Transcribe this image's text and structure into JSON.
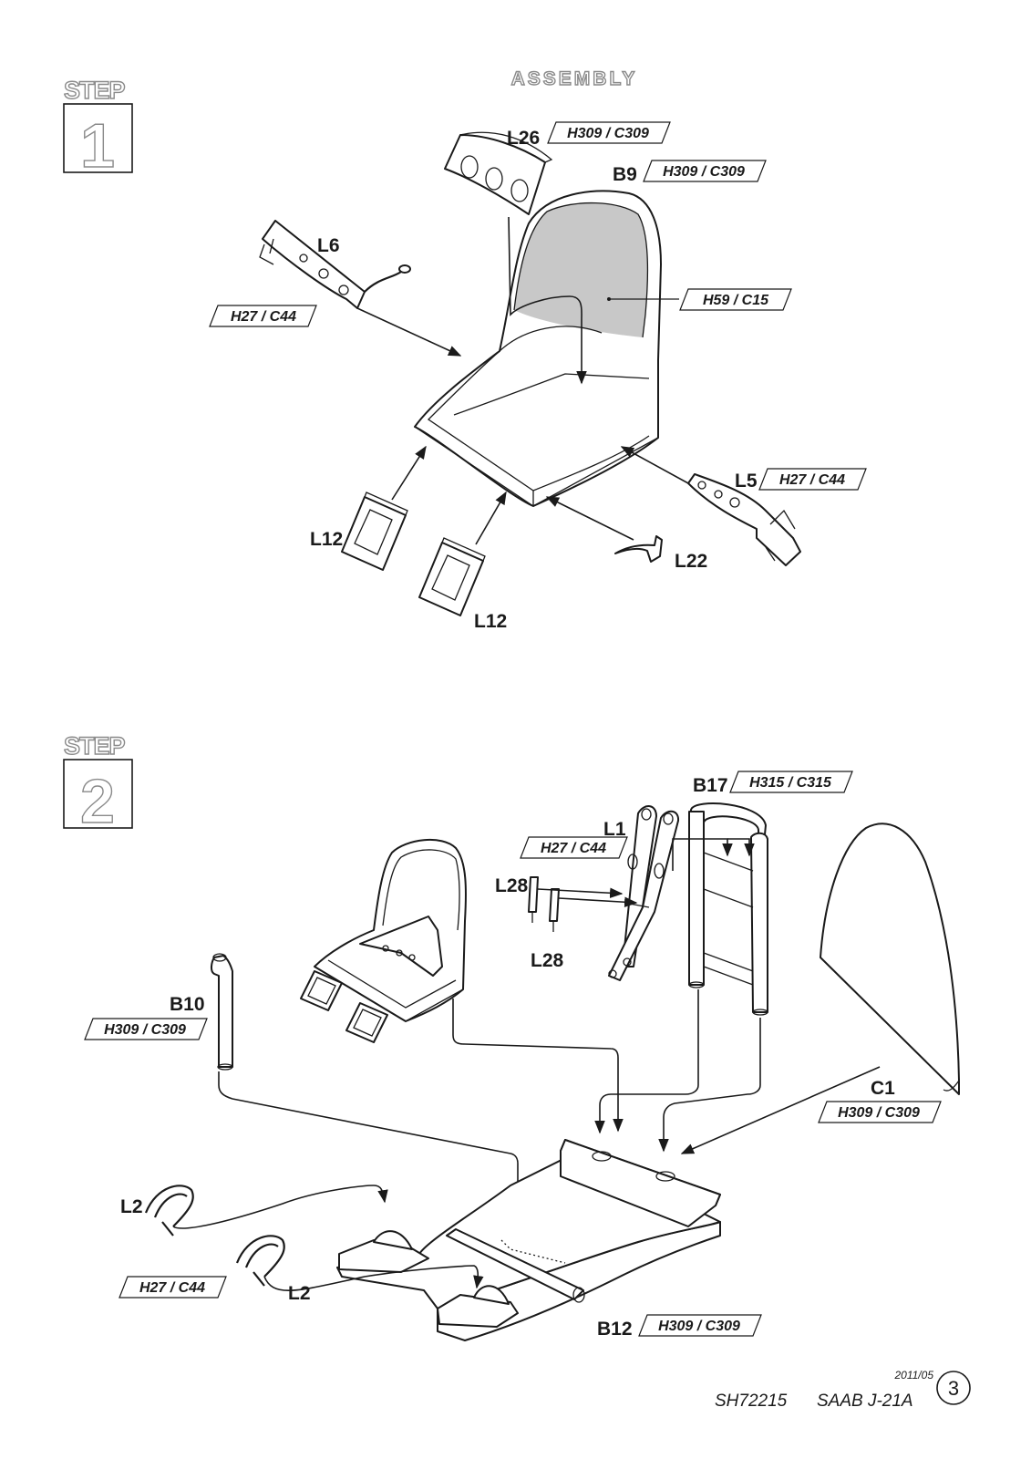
{
  "header": {
    "title": "ASSEMBLY"
  },
  "steps": [
    {
      "label": "STEP",
      "number": "1"
    },
    {
      "label": "STEP",
      "number": "2"
    }
  ],
  "step1": {
    "L26": {
      "part": "L26",
      "code": "H309 / C309"
    },
    "B9": {
      "part": "B9",
      "code": "H309 / C309"
    },
    "L6": {
      "part": "L6",
      "code": "H27 / C44"
    },
    "H59": {
      "code": "H59 / C15"
    },
    "L5": {
      "part": "L5",
      "code": "H27 / C44"
    },
    "L12a": {
      "part": "L12"
    },
    "L12b": {
      "part": "L12"
    },
    "L22": {
      "part": "L22"
    }
  },
  "step2": {
    "B17": {
      "part": "B17",
      "code": "H315 / C315"
    },
    "L1": {
      "part": "L1",
      "code": "H27 / C44"
    },
    "L28a": {
      "part": "L28"
    },
    "L28b": {
      "part": "L28"
    },
    "B10": {
      "part": "B10",
      "code": "H309 / C309"
    },
    "C1": {
      "part": "C1",
      "code": "H309 / C309"
    },
    "L2a": {
      "part": "L2"
    },
    "L2b": {
      "part": "L2"
    },
    "L2code": {
      "code": "H27 / C44"
    },
    "B12": {
      "part": "B12",
      "code": "H309 / C309"
    }
  },
  "footer": {
    "date": "2011/05",
    "product": "SH72215",
    "model": "SAAB J-21A",
    "page_number": "3"
  },
  "colors": {
    "ink": "#1a1a1a",
    "shade": "#c8c8c8",
    "outline": "#8a8a8a"
  }
}
